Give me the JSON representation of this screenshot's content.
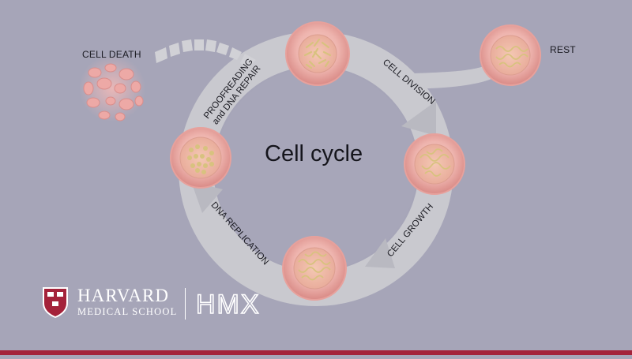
{
  "diagram": {
    "title": "Cell cycle",
    "stages": {
      "cell_division": "CELL DIVISION",
      "cell_growth": "CELL GROWTH",
      "dna_replication": "DNA REPLICATION",
      "proofreading_line1": "PROOFREADING",
      "proofreading_line2": "and DNA REPAIR"
    },
    "branches": {
      "cell_death": "CELL DEATH",
      "rest": "REST"
    }
  },
  "branding": {
    "name": "HARVARD",
    "subname": "MEDICAL SCHOOL",
    "partner_logo": "HMX"
  },
  "colors": {
    "background": "#a6a5b8",
    "ring": "#c8c8ce",
    "cell_fill": "#e9a8a4",
    "dna_strand": "#d9c48a",
    "accent_bar": "#a4223a"
  }
}
